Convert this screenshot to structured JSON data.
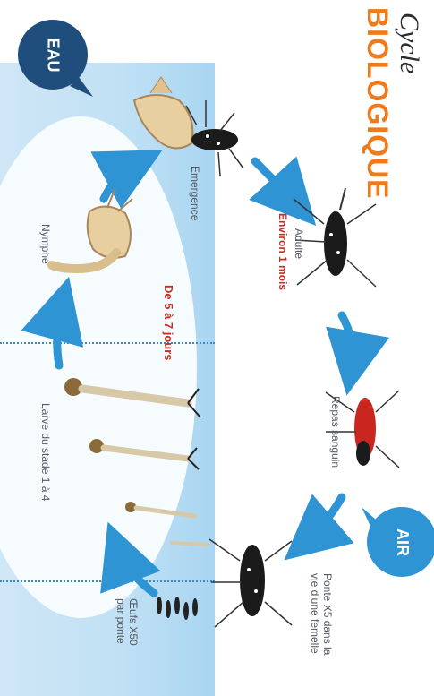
{
  "title": {
    "line1": "Cycle",
    "line2": "BIOLOGIQUE"
  },
  "bubbles": {
    "water": "EAU",
    "air": "AIR"
  },
  "stages": {
    "emergence": "Emergence",
    "adult": "Adulte",
    "adult_duration": "Environ 1 mois",
    "nymph": "Nymphe",
    "aquatic_duration": "De 5 à 7 jours",
    "blood_meal": "Repas sanguin",
    "larva": "Larve du stade 1 à 4",
    "laying_line1": "Ponte X5 dans la",
    "laying_line2": "vie d'une femelle",
    "eggs_line1": "Œufs X50",
    "eggs_line2": "par ponte"
  },
  "colors": {
    "water": "#bfe0f4",
    "arrow": "#2e94d4",
    "bubble_water": "#1f4e7c",
    "bubble_air": "#2e94d4",
    "title_orange": "#ef7a1a",
    "accent_red": "#c62f26"
  }
}
